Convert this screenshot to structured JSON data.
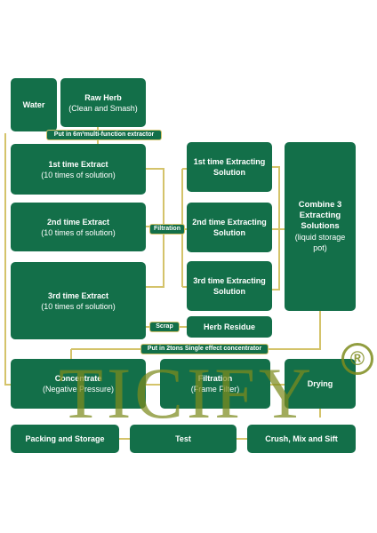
{
  "nodes": {
    "water": {
      "title": "Water"
    },
    "raw_herb": {
      "title": "Raw Herb",
      "sub": "(Clean and Smash)"
    },
    "extract1": {
      "title": "1st time Extract",
      "sub": "(10 times of solution)"
    },
    "extract2": {
      "title": "2nd time Extract",
      "sub": "(10 times of solution)"
    },
    "extract3": {
      "title": "3rd time Extract",
      "sub": "(10 times of solution)"
    },
    "solution1": {
      "title": "1st time Extracting Solution"
    },
    "solution2": {
      "title": "2nd time Extracting Solution"
    },
    "solution3": {
      "title": "3rd time Extracting Solution"
    },
    "combine": {
      "title": "Combine 3 Extracting Solutions",
      "sub": "(liquid storage pot)"
    },
    "herb_residue": {
      "title": "Herb Residue"
    },
    "concentrate": {
      "title": "Concentrate",
      "sub": "(Negative Pressure)"
    },
    "filtration": {
      "title": "Filtration",
      "sub": "(Frame Filter)"
    },
    "drying": {
      "title": "Drying"
    },
    "packing": {
      "title": "Packing and Storage"
    },
    "test": {
      "title": "Test"
    },
    "crush": {
      "title": "Crush, Mix and Sift"
    }
  },
  "connectors": {
    "put_in_extractor": "Put in 6m³multi-function extractor",
    "filtration": "Filtration",
    "scrap": "Scrap",
    "put_in_concentrator": "Put in 2tons Single effect concentrator"
  },
  "watermark": {
    "text": "TICIFY",
    "mark": "®"
  },
  "colors": {
    "box": "#136f49",
    "line": "#d4c36a",
    "watermark": "#7e8c1e"
  }
}
